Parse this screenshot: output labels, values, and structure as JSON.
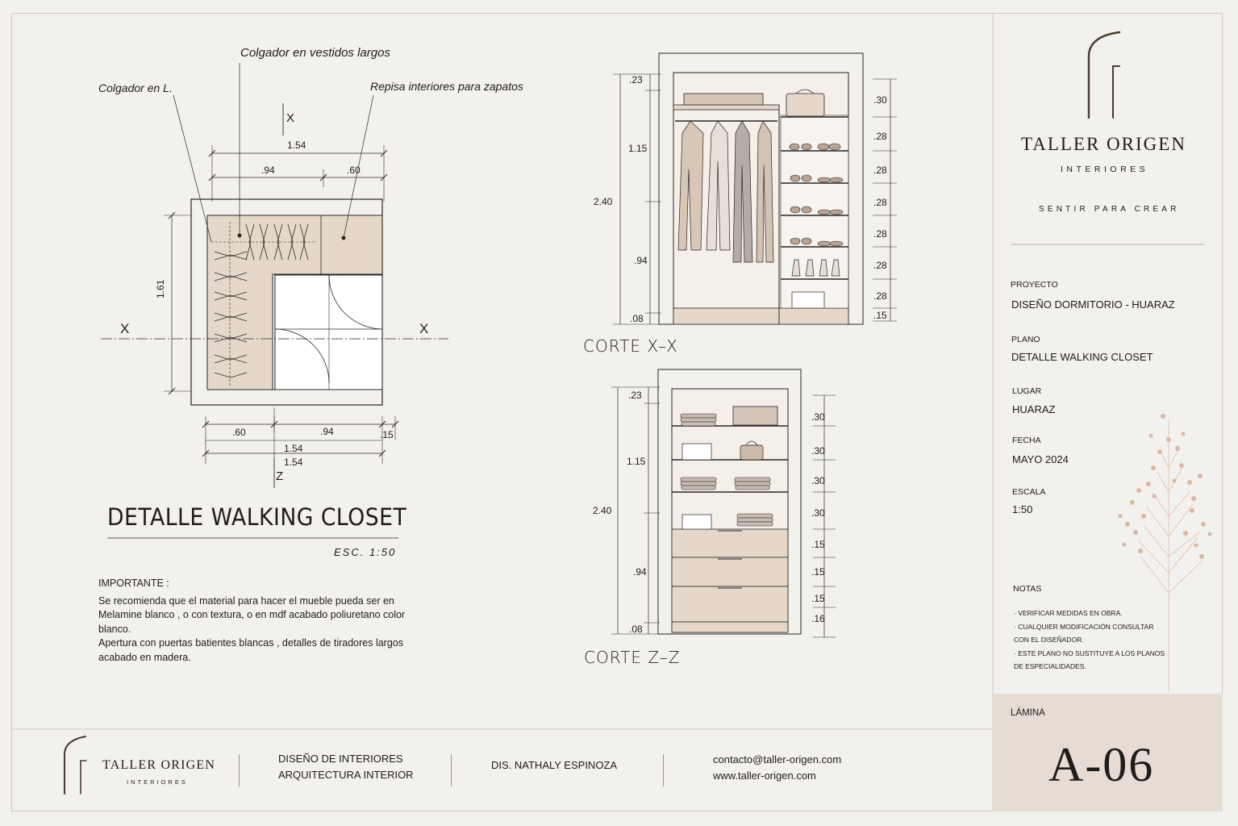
{
  "plan": {
    "annotations": {
      "hanger_long": "Colgador en vestidos largos",
      "hanger_l": "Colgador en L.",
      "shoe_shelf": "Repisa interiores para zapatos"
    },
    "section_marks": {
      "x": "X",
      "z": "Z"
    },
    "dims": {
      "top_total": "1.54",
      "top_left": ".94",
      "top_right": ".60",
      "left_height": "1.61",
      "bottom_left": ".60",
      "bottom_mid": ".94",
      "bottom_small": ".15",
      "bottom_total_1": "1.54",
      "bottom_total_2": "1.54"
    },
    "title": "DETALLE WALKING CLOSET",
    "scale": "ESC.  1:50",
    "important_heading": "IMPORTANTE :",
    "important_lines": [
      "Se recomienda que el material para hacer el mueble pueda ser en",
      "Melamine blanco , o con textura, o en mdf acabado poliuretano color",
      "blanco.",
      "Apertura con puertas batientes blancas , detalles de tiradores largos",
      "acabado en madera."
    ]
  },
  "section_xx": {
    "title": "CORTE X–X",
    "left_dims": {
      "top": ".23",
      "upper": "1.15",
      "total": "2.40",
      "lower": ".94",
      "base": ".08"
    },
    "right_dims": [
      ".30",
      ".28",
      ".28",
      ".28",
      ".28",
      ".28",
      ".28",
      ".15"
    ]
  },
  "section_zz": {
    "title": "CORTE Z–Z",
    "left_dims": {
      "top": ".23",
      "upper": "1.15",
      "total": "2.40",
      "lower": ".94",
      "base": ".08"
    },
    "right_dims": [
      ".30",
      ".30",
      ".30",
      ".30",
      ".15",
      ".15",
      ".15",
      ".16"
    ]
  },
  "brand": {
    "name": "TALLER ORIGEN",
    "sub": "INTERIORES",
    "tagline": "SENTIR PARA CREAR"
  },
  "info": {
    "proyecto_label": "PROYECTO",
    "proyecto_value": "DISEÑO DORMITORIO - HUARAZ",
    "plano_label": "PLANO",
    "plano_value": "DETALLE WALKING CLOSET",
    "lugar_label": "LUGAR",
    "lugar_value": "HUARAZ",
    "fecha_label": "FECHA",
    "fecha_value": "MAYO 2024",
    "escala_label": "ESCALA",
    "escala_value": "1:50",
    "notas_label": "NOTAS",
    "notes": [
      "· VERIFICAR MEDIDAS EN OBRA.",
      "· CUALQUIER MODIFICACIÓN CONSULTAR",
      "CON EL DISEÑADOR.",
      "· ESTE PLANO NO SUSTITUYE A LOS PLANOS",
      "DE ESPECIALIDADES."
    ],
    "lamina_label": "LÁMINA",
    "lamina_value": "A-06"
  },
  "footer": {
    "brand_name": "TALLER ORIGEN",
    "brand_sub": "INTERIORES",
    "services_1": "DISEÑO DE INTERIORES",
    "services_2": "ARQUITECTURA INTERIOR",
    "designer": "DIS. NATHALY ESPINOZA",
    "email": "contacto@taller-origen.com",
    "web": "www.taller-origen.com"
  },
  "colors": {
    "wood": "#e5d8cb",
    "line": "#2a2623",
    "accent_panel": "#e6dcd3",
    "blossom": "#d9b8a6"
  }
}
